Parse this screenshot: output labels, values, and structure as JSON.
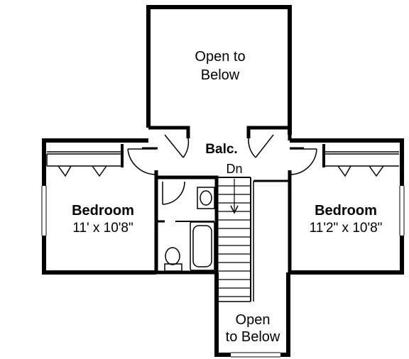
{
  "plan": {
    "labels": {
      "open_top_line1": "Open to",
      "open_top_line2": "Below",
      "balcony": "Balc.",
      "stair_direction": "Dn",
      "bedroom_left_name": "Bedroom",
      "bedroom_left_dims": "11' x 10'8\"",
      "bedroom_right_name": "Bedroom",
      "bedroom_right_dims": "11'2\" x 10'8\"",
      "open_bottom_line1": "Open",
      "open_bottom_line2": "to Below"
    },
    "colors": {
      "wall": "#000000",
      "fixture": "#000000",
      "background": "#ffffff"
    }
  }
}
